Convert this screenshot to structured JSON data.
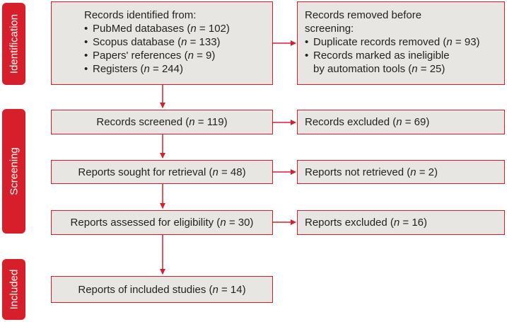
{
  "stages": {
    "identification": "Identification",
    "screening": "Screening",
    "included": "Included"
  },
  "boxes": {
    "identified": {
      "title": "Records identified from:",
      "items": [
        {
          "label": "PubMed databases (",
          "n": "n",
          "rest": " = 102)"
        },
        {
          "label": "Scopus database (",
          "n": "n",
          "rest": " = 133)"
        },
        {
          "label": "Papers' references (",
          "n": "n",
          "rest": " = 9)"
        },
        {
          "label": "Registers (",
          "n": "n",
          "rest": " = 244)"
        }
      ]
    },
    "removed": {
      "title_line1": "Records removed before",
      "title_line2": "screening:",
      "item1_label": "Duplicate records removed (",
      "item1_rest": " = 93)",
      "item2_line1": "Records marked as ineligible",
      "item2_line2_label": "by automation tools (",
      "item2_line2_rest": " = 25)",
      "n": "n"
    },
    "screened": {
      "label": "Records screened (",
      "n": "n",
      "rest": " = 119)"
    },
    "excluded": {
      "label": "Records excluded (",
      "n": "n",
      "rest": " = 69)"
    },
    "sought": {
      "label": "Reports sought for retrieval (",
      "n": "n",
      "rest": " = 48)"
    },
    "not_retrieved": {
      "label": "Reports not retrieved (",
      "n": "n",
      "rest": " = 2)"
    },
    "assessed": {
      "label": "Reports assessed for eligibility (",
      "n": "n",
      "rest": " = 30)"
    },
    "reports_excluded": {
      "label": "Reports excluded (",
      "n": "n",
      "rest": " = 16)"
    },
    "included": {
      "label": "Reports of included studies (",
      "n": "n",
      "rest": " = 14)"
    }
  },
  "colors": {
    "accent": "#d71f2b",
    "box_fill": "#e8e6e3",
    "text": "#231f20"
  }
}
